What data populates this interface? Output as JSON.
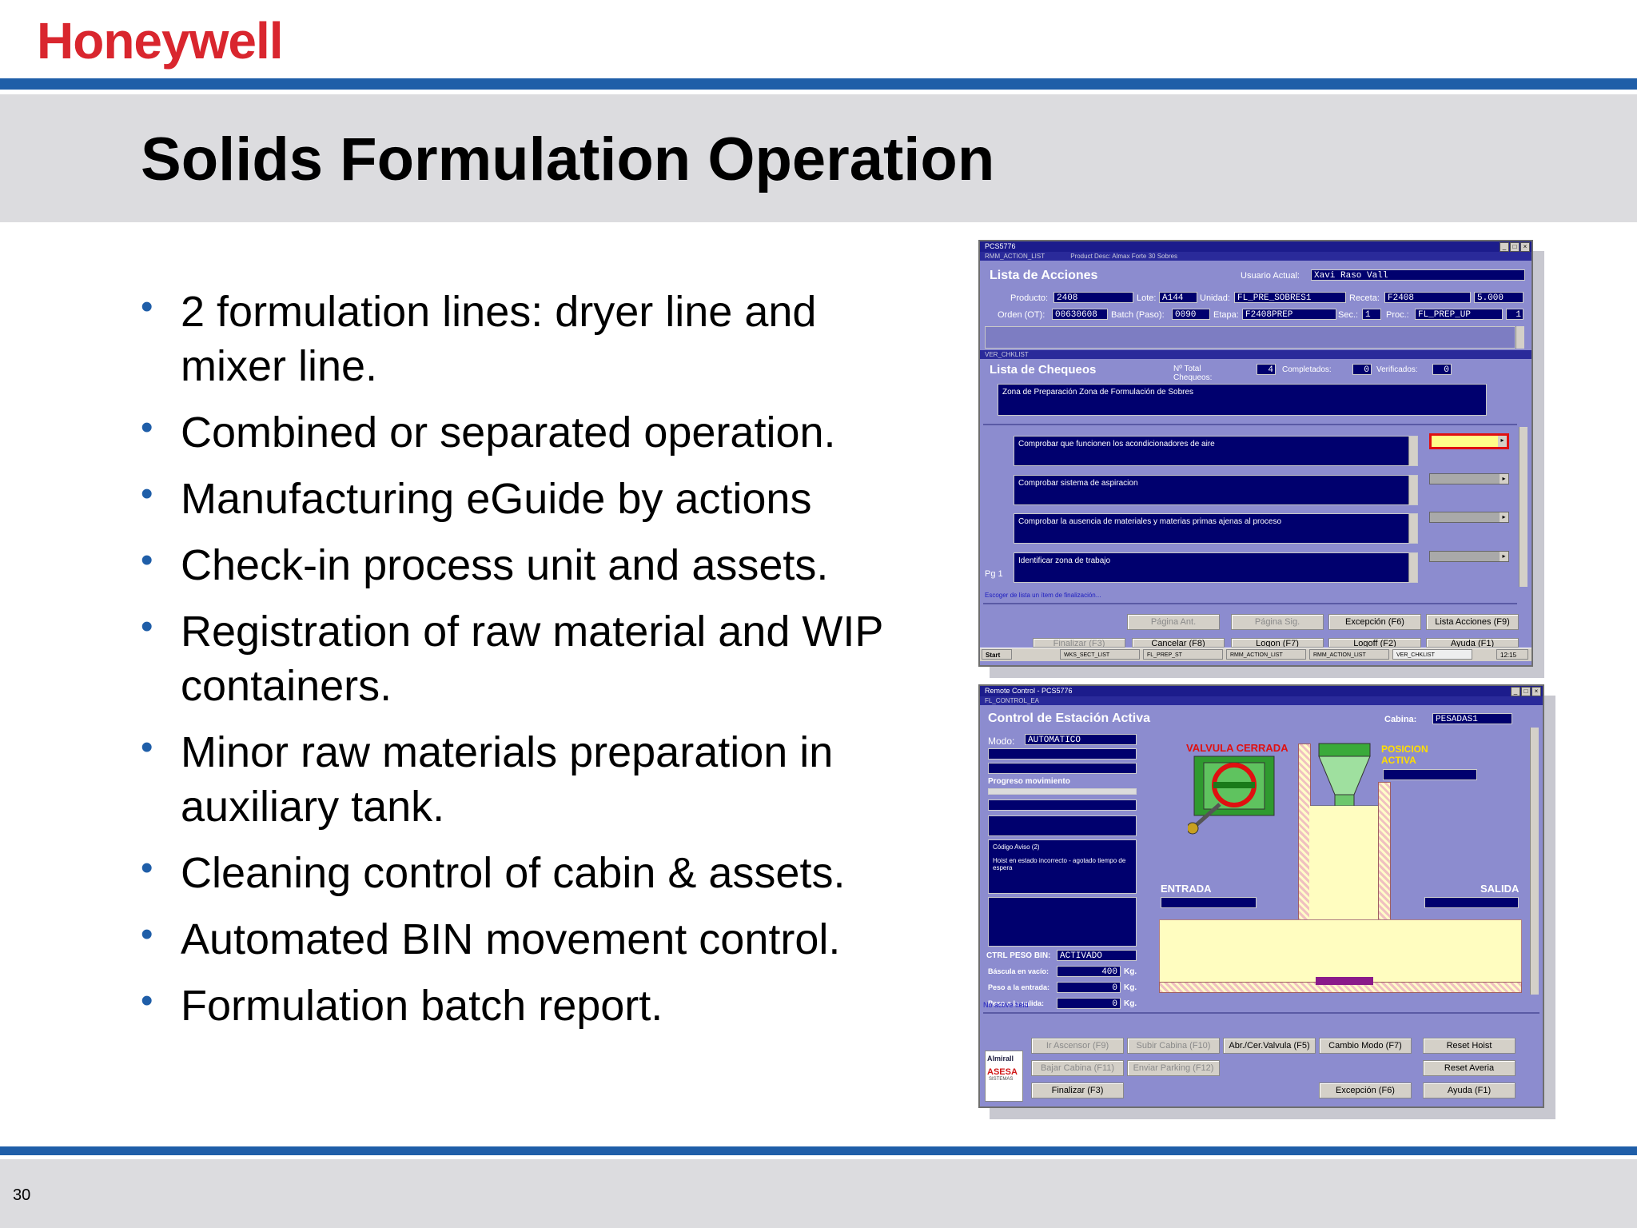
{
  "slide": {
    "logo": "Honeywell",
    "title": "Solids Formulation Operation",
    "page_number": "30",
    "bullets": [
      "2 formulation lines: dryer line and mixer line.",
      "Combined or separated operation.",
      "Manufacturing eGuide by actions",
      "Check-in process unit and assets.",
      "Registration of raw material and WIP containers.",
      "Minor raw materials preparation in auxiliary tank.",
      "Cleaning control of cabin & assets.",
      "Automated BIN movement control.",
      "Formulation batch report."
    ],
    "colors": {
      "logo_red": "#d9262e",
      "rule_blue": "#1f5ea8",
      "band_gray": "#dcdcdf",
      "window_purple": "#8c8ccf",
      "field_navy": "#00006e"
    }
  },
  "window1": {
    "title": "PCS5776",
    "subtitle": "RMM_ACTION_LIST",
    "product_desc": "Product Desc: Almax Forte 30 Sobres",
    "header": "Lista de Acciones",
    "user_label": "Usuario Actual:",
    "user_value": "Xavi Raso Vall",
    "fields": {
      "producto_label": "Producto:",
      "producto_value": "2408",
      "lote_label": "Lote:",
      "lote_value": "A144",
      "unidad_label": "Unidad:",
      "unidad_value": "FL_PRE_SOBRES1",
      "receta_label": "Receta:",
      "receta_value": "F2408",
      "receta_ver": "5.000",
      "orden_label": "Orden (OT):",
      "orden_value": "00630608",
      "batch_label": "Batch (Paso):",
      "batch_value": "0090",
      "etapa_label": "Etapa:",
      "etapa_value": "F2408PREP",
      "sec_label": "Sec.:",
      "sec_value": "1",
      "proc_label": "Proc.:",
      "proc_value": "FL_PREP_UP",
      "proc_num": "1"
    },
    "subwindow": "VER_CHKLIST",
    "checks_header": "Lista de Chequeos",
    "total_label": "Nº Total Chequeos:",
    "total_value": "4",
    "completados_label": "Completados:",
    "completados_value": "0",
    "verificados_label": "Verificados:",
    "verificados_value": "0",
    "zone_text": "Zona de Preparación Zona de Formulación de Sobres",
    "checks": [
      "Comprobar que funcionen los acondicionadores de aire",
      "Comprobar sistema de aspiracion",
      "Comprobar la ausencia de materiales y materias primas ajenas al proceso",
      "Identificar zona de trabajo"
    ],
    "page_label": "Pg 1",
    "status_text": "Escoger de lista un ítem de finalización...",
    "buttons_row1": [
      "Página Ant.",
      "Página Sig.",
      "Excepción (F6)",
      "Lista Acciones (F9)"
    ],
    "buttons_row2": [
      "Finalizar (F3)",
      "Cancelar (F8)",
      "Logon (F7)",
      "Logoff (F2)",
      "Ayuda (F1)"
    ],
    "taskbar": {
      "start": "Start",
      "items": [
        "WKS_SECT_LIST",
        "FL_PREP_ST",
        "RMM_ACTION_LIST",
        "RMM_ACTION_LIST",
        "VER_CHKLIST"
      ],
      "clock": "12:15"
    }
  },
  "window2": {
    "title": "Remote Control - PCS5776",
    "subtitle": "FL_CONTROL_EA",
    "header": "Control de Estación Activa",
    "cabina_label": "Cabina:",
    "cabina_value": "PESADAS1",
    "modo_label": "Modo:",
    "modo_value": "AUTOMATICO",
    "progreso_label": "Progreso movimiento",
    "aviso_text": "Código Aviso (2)",
    "aviso_detail": "Hoist en estado incorrecto - agotado tiempo de espera",
    "ctrl_label": "CTRL PESO BIN:",
    "ctrl_value": "ACTIVADO",
    "weights": [
      {
        "label": "Báscula en vacío:",
        "value": "400",
        "unit": "Kg."
      },
      {
        "label": "Peso a la entrada:",
        "value": "0",
        "unit": "Kg."
      },
      {
        "label": "Peso a la salida:",
        "value": "0",
        "unit": "Kg."
      }
    ],
    "valve_label": "VALVULA CERRADA",
    "posicion_label": "POSICION ACTIVA",
    "entrada_label": "ENTRADA",
    "salida_label": "SALIDA",
    "status_text": "No active field",
    "buttons": [
      [
        "Ir Ascensor (F9)",
        "Subir Cabina (F10)",
        "Abr./Cer.Valvula (F5)",
        "Cambio Modo (F7)",
        "Reset Hoist"
      ],
      [
        "Bajar Cabina (F11)",
        "Enviar Parking (F12)",
        "Reset Averia"
      ],
      [
        "Finalizar (F3)",
        "Excepción (F6)",
        "Ayuda (F1)"
      ]
    ],
    "brand1": "Almirall",
    "brand2": "ASESA",
    "brand2_sub": "SISTEMAS"
  }
}
